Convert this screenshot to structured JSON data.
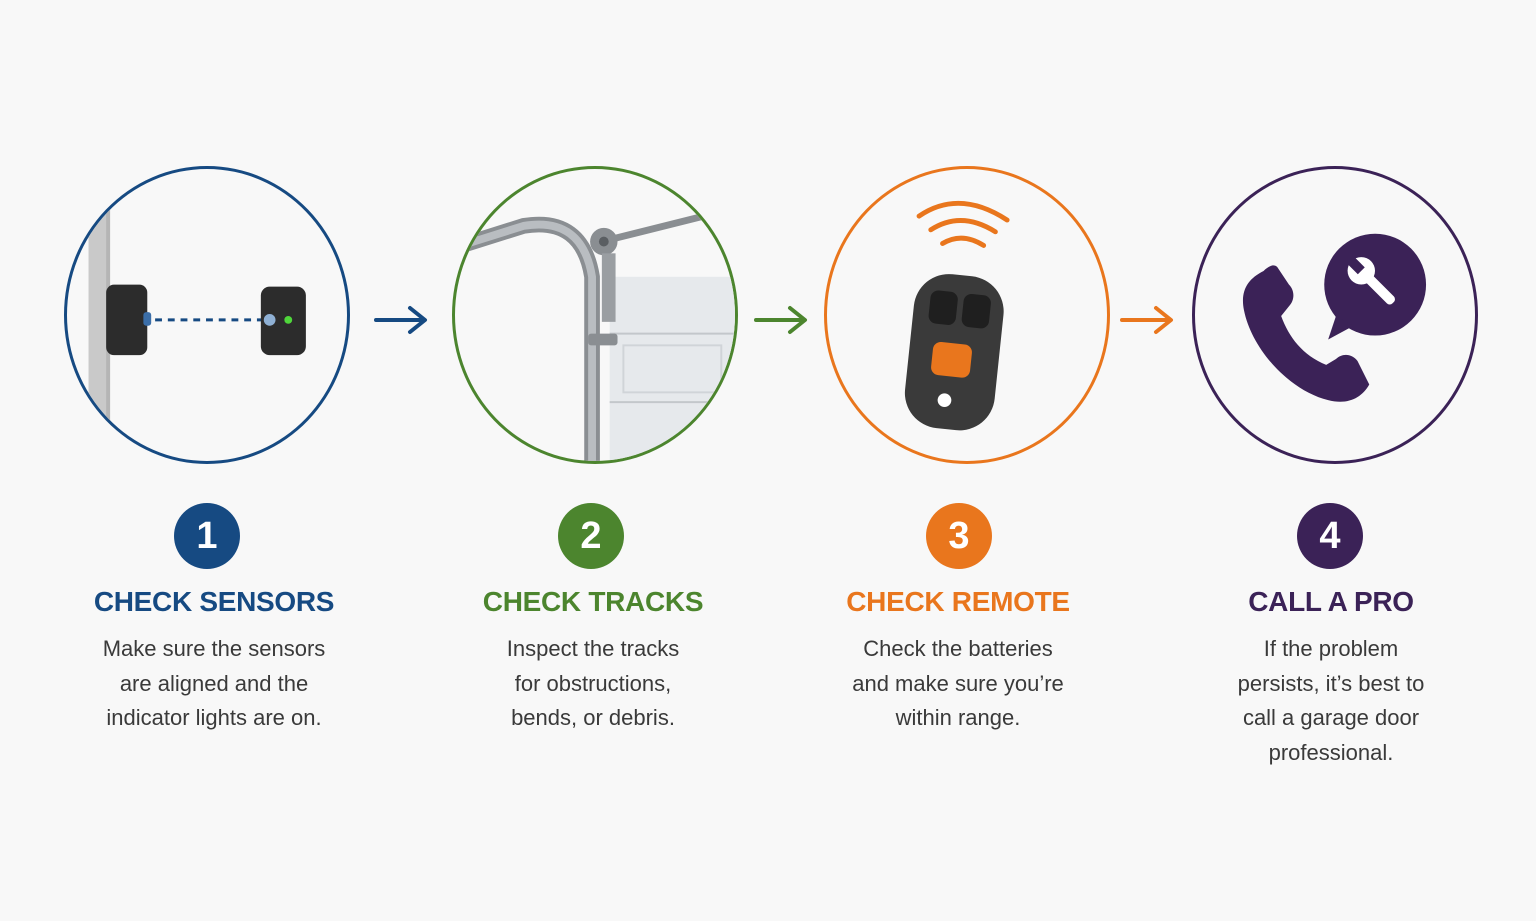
{
  "colors": {
    "step1": "#164a82",
    "step2": "#4c852e",
    "step3": "#e9761d",
    "step4": "#3b2257",
    "background": "#f8f8f8"
  },
  "steps": [
    {
      "number": "1",
      "title": "CHECK SENSORS",
      "desc_lines": [
        "Make sure the sensors",
        "are aligned and the",
        "indicator lights are on."
      ],
      "icon": "sensor-pair-icon"
    },
    {
      "number": "2",
      "title": "CHECK TRACKS",
      "desc_lines": [
        "Inspect the tracks",
        "for obstructions,",
        "bends, or debris."
      ],
      "icon": "garage-track-icon"
    },
    {
      "number": "3",
      "title": "CHECK REMOTE",
      "desc_lines": [
        "Check the batteries",
        "and make sure you’re",
        "within range."
      ],
      "icon": "remote-control-icon"
    },
    {
      "number": "4",
      "title": "CALL A PRO",
      "desc_lines": [
        "If the problem",
        "persists, it’s best to",
        "call a garage door",
        "professional."
      ],
      "icon": "phone-wrench-icon"
    }
  ]
}
